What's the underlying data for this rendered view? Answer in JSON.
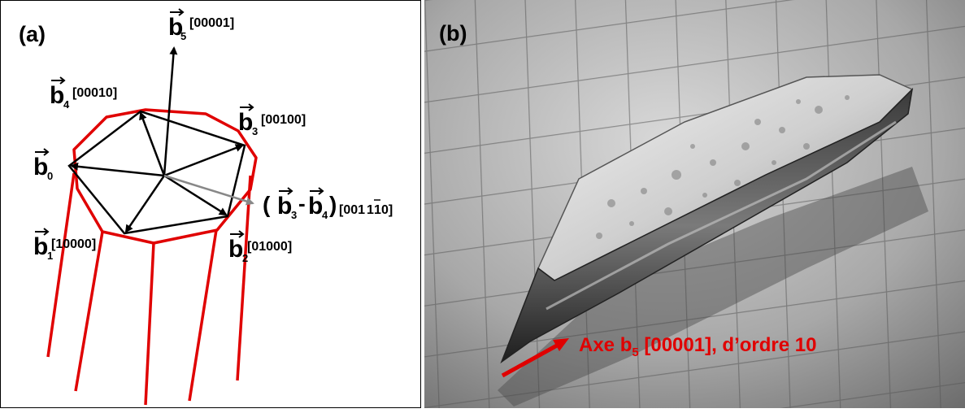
{
  "panel_a": {
    "label": "(a)",
    "vectors": {
      "b5": {
        "name": "b",
        "sub": "5",
        "index": "[00001]"
      },
      "b4": {
        "name": "b",
        "sub": "4",
        "index": "[00010]"
      },
      "b3": {
        "name": "b",
        "sub": "3",
        "index": "[00100]"
      },
      "b0": {
        "name": "b",
        "sub": "0",
        "index": ""
      },
      "b1": {
        "name": "b",
        "sub": "1",
        "index": "[10000]"
      },
      "b2": {
        "name": "b",
        "sub": "2",
        "index": "[01000]"
      }
    },
    "difference": {
      "open": "(",
      "b3": "b",
      "b3_sub": "3",
      "minus": "-",
      "b4": "b",
      "b4_sub": "4",
      "close": ")",
      "index": "[001",
      "index_bar": "1",
      "index_bar2": "1",
      "index_end": "0]"
    }
  },
  "panel_b": {
    "label": "(b)",
    "annotation": "Axe b",
    "annotation_sub": "5",
    "annotation_rest": " [00001], d’ordre 10"
  },
  "colors": {
    "accent": "#e00000",
    "arrow_gray": "#888888",
    "ink": "#000000"
  }
}
